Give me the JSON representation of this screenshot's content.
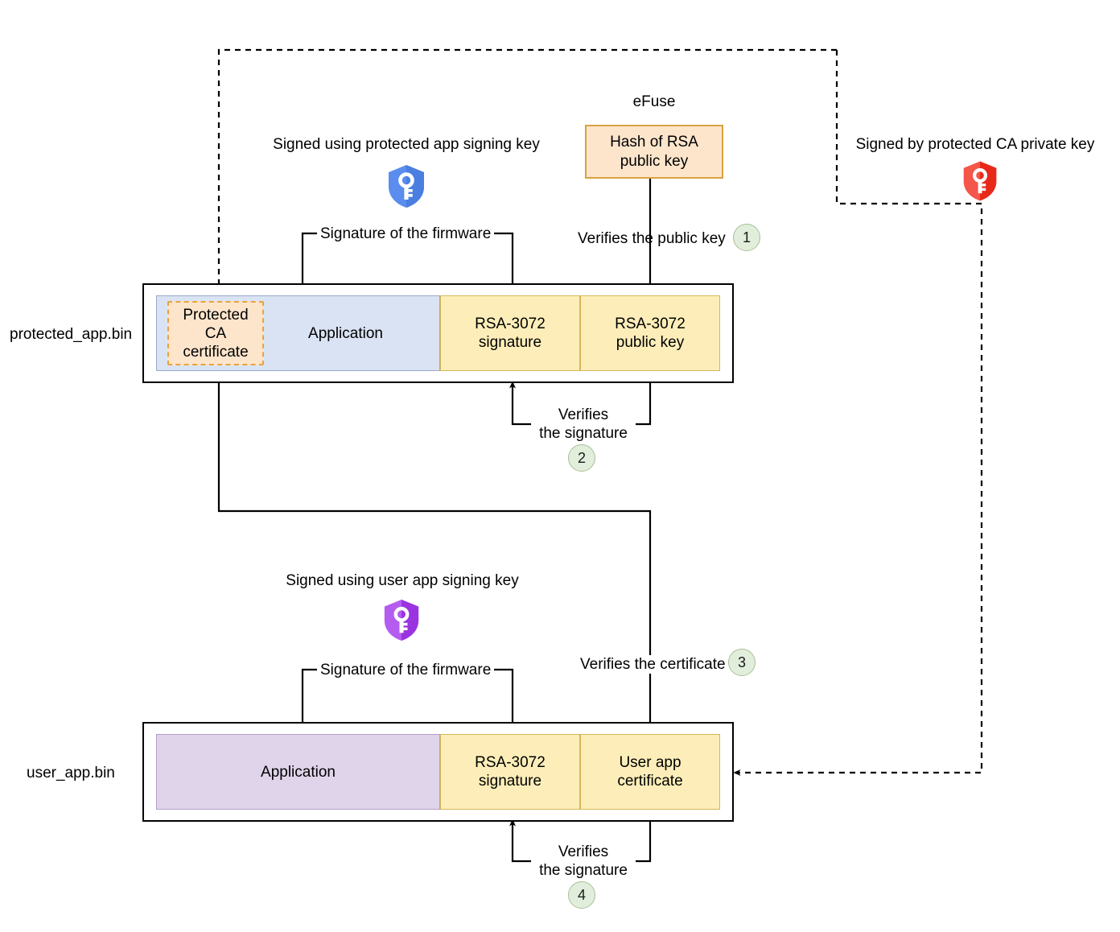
{
  "diagram": {
    "title_efuse": "eFuse",
    "labels": {
      "signed_protected_app": "Signed using protected app signing key",
      "signed_user_app": "Signed using user app signing key",
      "signed_ca_private": "Signed by protected CA private key",
      "signature_of_firmware_top": "Signature of the firmware",
      "signature_of_firmware_bottom": "Signature of the firmware",
      "verifies_public_key": "Verifies the public key",
      "verifies_certificate": "Verifies the certificate",
      "verifies_signature_top_l1": "Verifies",
      "verifies_signature_top_l2": "the signature",
      "verifies_signature_bottom_l1": "Verifies",
      "verifies_signature_bottom_l2": "the signature"
    },
    "efuse_box": {
      "line1": "Hash of RSA",
      "line2": "public key"
    },
    "binaries": [
      {
        "file_label": "protected_app.bin",
        "segments": [
          {
            "name": "protected-ca-certificate",
            "line1": "Protected",
            "line2": "CA",
            "line3": "certificate"
          },
          {
            "name": "application",
            "line1": "Application"
          },
          {
            "name": "rsa-signature",
            "line1": "RSA-3072",
            "line2": "signature"
          },
          {
            "name": "rsa-public-key",
            "line1": "RSA-3072",
            "line2": "public key"
          }
        ]
      },
      {
        "file_label": "user_app.bin",
        "segments": [
          {
            "name": "application",
            "line1": "Application"
          },
          {
            "name": "rsa-signature",
            "line1": "RSA-3072",
            "line2": "signature"
          },
          {
            "name": "user-app-certificate",
            "line1": "User app",
            "line2": "certificate"
          }
        ]
      }
    ],
    "step_badges": [
      {
        "number": "1",
        "step": "verifies-the-public-key"
      },
      {
        "number": "2",
        "step": "verifies-the-signature-protected-app"
      },
      {
        "number": "3",
        "step": "verifies-the-certificate"
      },
      {
        "number": "4",
        "step": "verifies-the-signature-user-app"
      }
    ],
    "shields": [
      {
        "name": "protected-app-signing-key-shield-icon",
        "color": "#5b8def"
      },
      {
        "name": "user-app-signing-key-shield-icon",
        "color": "#a347e8"
      },
      {
        "name": "protected-ca-private-key-shield-icon",
        "color": "#ef3b2c"
      }
    ],
    "colors": {
      "application_blue": "#dae3f3",
      "application_purple": "#e0d4ea",
      "key_yellow": "#fdeeb9",
      "certificate_orange": "#fde5cc",
      "badge_green_fill": "#e2eedc",
      "badge_green_border": "#a8bf96",
      "line": "#000000"
    }
  }
}
